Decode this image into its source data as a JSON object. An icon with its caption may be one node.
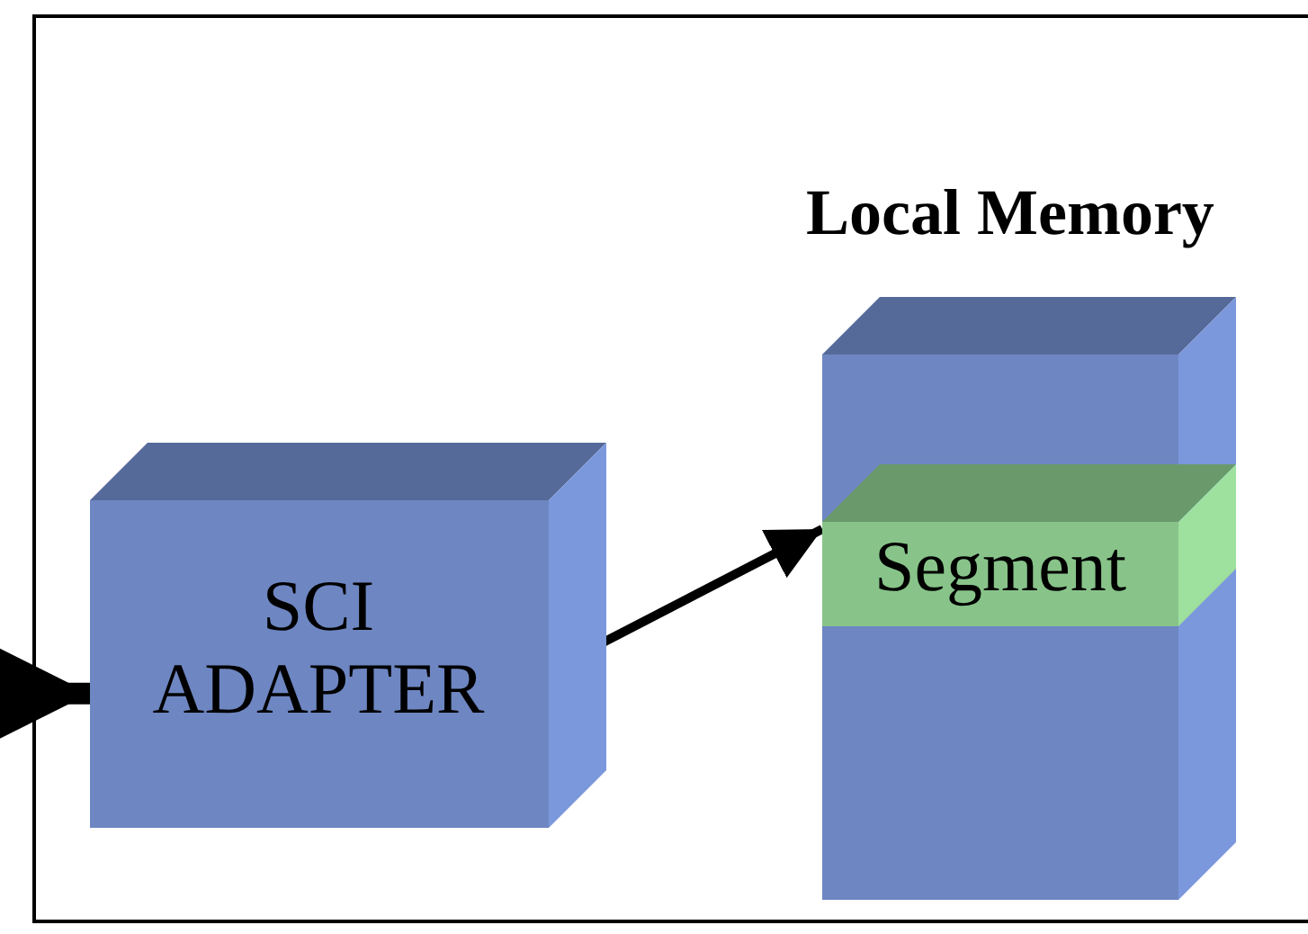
{
  "diagram": {
    "nodes": [
      {
        "text": [
          "SCI ADAPTER"
        ]
      },
      {
        "text": [
          "Local Memory"
        ]
      },
      {
        "text": [
          "Segment"
        ],
        "in": 1
      }
    ],
    "edges": [
      {
        "from": null,
        "to": 0,
        "arrow": "to",
        "style": "thick"
      },
      {
        "from": 0,
        "to": 2,
        "arrow": "to"
      }
    ]
  }
}
